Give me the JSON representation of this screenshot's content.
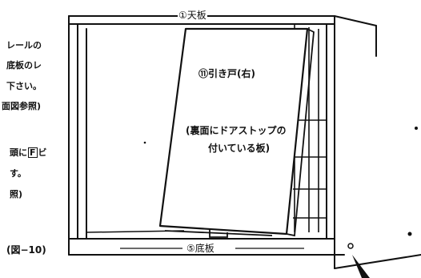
{
  "labels": {
    "top_board": "①天板",
    "bottom_board": "⑤底板",
    "door": "⑪引き戸(右)",
    "door_note_line1": "(裏面にドアストップの",
    "door_note_line2": "付いている板)",
    "figure_label": "(図−10)"
  },
  "side_text": {
    "line1": "レールの",
    "line2": "底板のレ",
    "line3": "下さい。",
    "line4": "面図参照)",
    "line5_prefix": "頭に",
    "line5_boxed": "F",
    "line5_suffix": "ビ",
    "line6": "す。",
    "line7": "照)"
  }
}
